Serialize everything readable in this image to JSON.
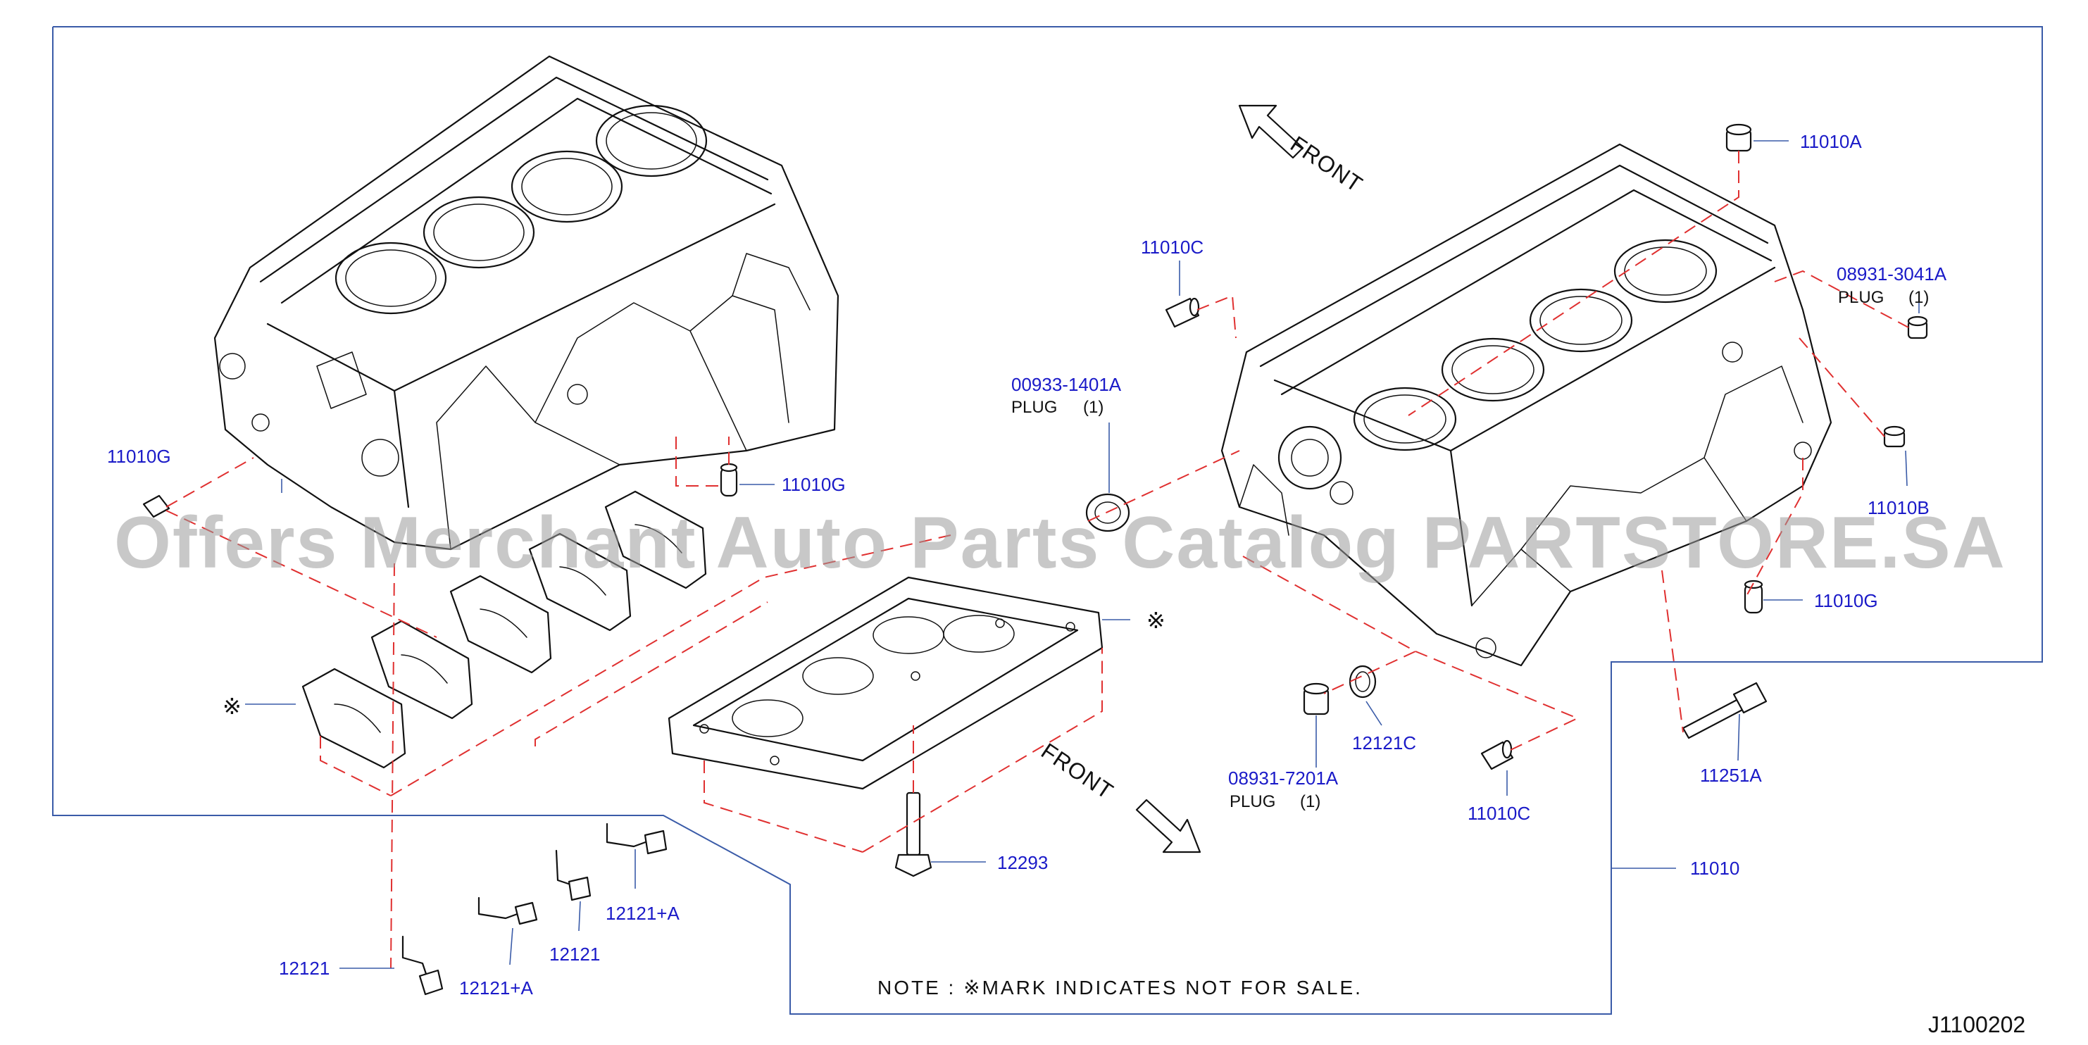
{
  "diagram": {
    "labels": {
      "p11010g_left": "11010G",
      "p11010g_mid": "11010G",
      "p11010g_right": "11010G",
      "p11010c_top": "11010C",
      "p11010c_bottom": "11010C",
      "p11010a": "11010A",
      "p11010b": "11010B",
      "p00933": "00933-1401A",
      "p08931_3041": "08931-3041A",
      "p08931_7201": "08931-7201A",
      "p12121c": "12121C",
      "p11251a": "11251A",
      "p11010": "11010",
      "p12293": "12293",
      "p12121_a": "12121",
      "p12121_b": "12121",
      "p12121pa_a": "12121+A",
      "p12121pa_b": "12121+A",
      "plug_00933": "PLUG",
      "qty_00933": "(1)",
      "plug_3041": "PLUG",
      "qty_3041": "(1)",
      "plug_7201": "PLUG",
      "qty_7201": "(1)"
    },
    "front_top": "FRONT",
    "front_bottom": "FRONT",
    "mark_left": "※",
    "mark_right": "※",
    "note": "NOTE : ※MARK  INDICATES  NOT  FOR  SALE.",
    "ref_code": "J1100202",
    "watermark": "Offers Merchant Auto Parts Catalog PARTSTORE.SA",
    "colors": {
      "label_blue": "#1a1ac8",
      "frame_blue": "#3a5ba8",
      "dashed_red": "#e03030",
      "ink": "#111111"
    }
  }
}
